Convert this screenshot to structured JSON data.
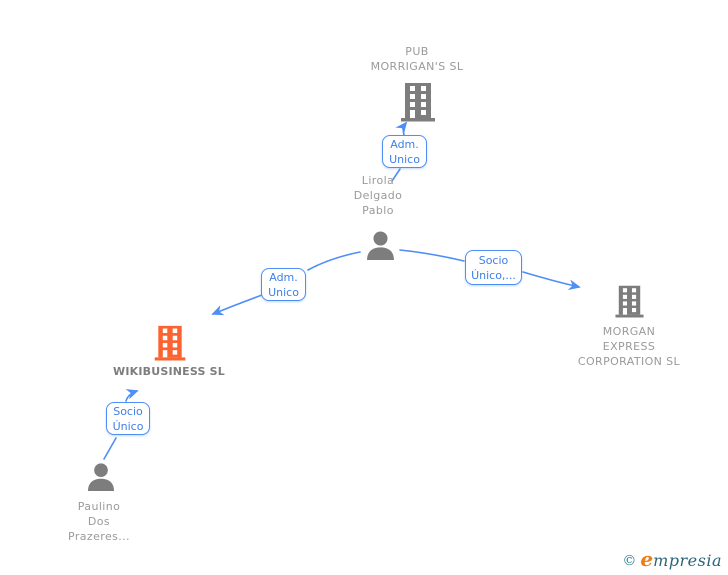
{
  "title": "Company ownership graph",
  "colors": {
    "edge_blue": "#4e8ef7",
    "edge_label_text": "#3d7fe8",
    "icon_gray": "#7d7d7d",
    "icon_highlight_orange": "#fb6331",
    "node_label_gray": "#9a9a9a",
    "highlight_label_gray": "#7d7d7d",
    "logo_teal": "#2b6478",
    "logo_orange": "#ee7d18"
  },
  "nodes": [
    {
      "id": "pub-morrigans",
      "type": "company",
      "icon": "building-icon",
      "label": "PUB MORRIGAN'S SL",
      "label_lines": [
        "PUB",
        "MORRIGAN'S SL"
      ]
    },
    {
      "id": "lirola",
      "type": "person",
      "icon": "person-icon",
      "label": "Lirola Delgado Pablo",
      "label_lines": [
        "Lirola",
        "Delgado",
        "Pablo"
      ]
    },
    {
      "id": "morgan-express",
      "type": "company",
      "icon": "building-icon",
      "label": "MORGAN EXPRESS CORPORATION SL",
      "label_lines": [
        "MORGAN",
        "EXPRESS",
        "CORPORATION SL"
      ]
    },
    {
      "id": "wikibusiness",
      "type": "company",
      "icon": "building-icon",
      "highlighted": true,
      "label": "WIKIBUSINESS SL",
      "label_lines": [
        "WIKIBUSINESS SL"
      ]
    },
    {
      "id": "paulino",
      "type": "person",
      "icon": "person-icon",
      "label": "Paulino Dos Prazeres...",
      "label_lines": [
        "Paulino",
        "Dos",
        "Prazeres..."
      ]
    }
  ],
  "edges": [
    {
      "from": "Lirola Delgado Pablo",
      "to": "PUB MORRIGAN'S SL",
      "label": "Adm. Unico",
      "label_lines": [
        "Adm.",
        "Unico"
      ]
    },
    {
      "from": "Lirola Delgado Pablo",
      "to": "MORGAN EXPRESS CORPORATION SL",
      "label": "Socio Único,...",
      "label_lines": [
        "Socio",
        "Único,..."
      ]
    },
    {
      "from": "Lirola Delgado Pablo",
      "to": "WIKIBUSINESS SL",
      "label": "Adm. Unico",
      "label_lines": [
        "Adm.",
        "Unico"
      ]
    },
    {
      "from": "Paulino Dos Prazeres...",
      "to": "WIKIBUSINESS SL",
      "label": "Socio Único",
      "label_lines": [
        "Socio",
        "Único"
      ]
    }
  ],
  "footer": {
    "copyright_symbol": "©",
    "brand_initial": "e",
    "brand_rest": "mpresia"
  }
}
